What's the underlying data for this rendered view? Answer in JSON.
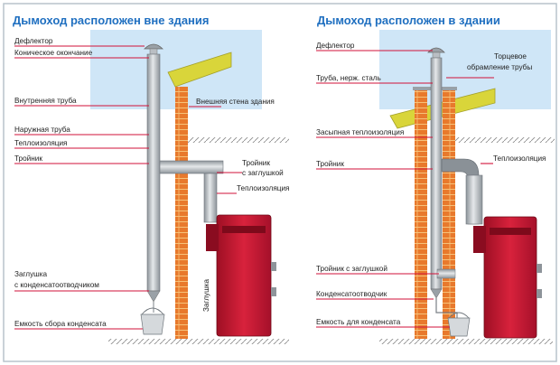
{
  "colors": {
    "title": "#1f6fc0",
    "leader": "#d2123a",
    "brick": "#e8792c",
    "boiler": "#c8142e",
    "roof": "#d9d53a",
    "sky": "#cfe6f7",
    "pipe": "#b9bec3"
  },
  "left": {
    "title": "Дымоход расположен вне здания",
    "labels": {
      "deflector": "Дефлектор",
      "conic": "Коническое окончание",
      "inner_pipe": "Внутренняя труба",
      "outer_pipe": "Наружная труба",
      "insulation": "Теплоизоляция",
      "tee": "Тройник",
      "plug_1": "Заглушка",
      "plug_2": "с конденсатоотводчиком",
      "tank": "Емкость сбора конденсата",
      "outer_wall": "Внешняя стена здания",
      "tee_plug_1": "Тройник",
      "tee_plug_2": "с заглушкой",
      "insulation_right": "Теплоизоляция",
      "plug_vertical": "Заглушка"
    }
  },
  "right": {
    "title": "Дымоход расположен в здании",
    "labels": {
      "deflector": "Дефлектор",
      "steel_pipe": "Труба, нерж. сталь",
      "end_trim_1": "Торцевое",
      "end_trim_2": "обрамление трубы",
      "fill_insulation": "Засыпная теплоизоляция",
      "insulation_right": "Теплоизоляция",
      "tee": "Тройник",
      "tee_plug": "Тройник с заглушкой",
      "condensate_trap": "Конденсатоотводчик",
      "tank": "Емкость для конденсата"
    }
  }
}
